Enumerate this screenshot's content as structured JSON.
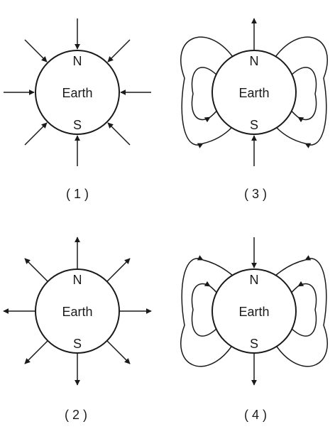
{
  "panels": [
    {
      "label": "( 1 )",
      "center": "Earth",
      "north": "N",
      "south": "S",
      "pattern": "radial",
      "direction": "inward"
    },
    {
      "label": "( 3 )",
      "center": "Earth",
      "north": "N",
      "south": "S",
      "pattern": "dipole",
      "direction": "south-to-north"
    },
    {
      "label": "( 2 )",
      "center": "Earth",
      "north": "N",
      "south": "S",
      "pattern": "radial",
      "direction": "outward"
    },
    {
      "label": "( 4 )",
      "center": "Earth",
      "north": "N",
      "south": "S",
      "pattern": "dipole",
      "direction": "north-to-south"
    }
  ],
  "colors": {
    "line": "#1a1a1a",
    "background": "#ffffff"
  }
}
